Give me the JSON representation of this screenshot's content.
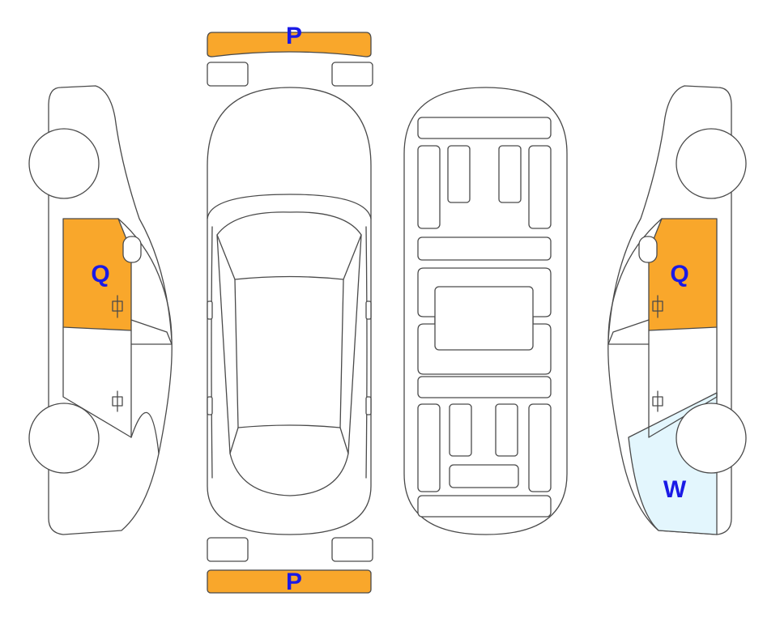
{
  "colors": {
    "P": "#f9a72b",
    "Q": "#f9a72b",
    "W": "#e3f6fd",
    "label": "#1a1ae6",
    "outline": "#4a4a4a"
  },
  "labels": {
    "front_bumper": "P",
    "rear_bumper": "P",
    "left_front_door": "Q",
    "right_front_door": "Q",
    "right_rear_quarter": "W"
  }
}
